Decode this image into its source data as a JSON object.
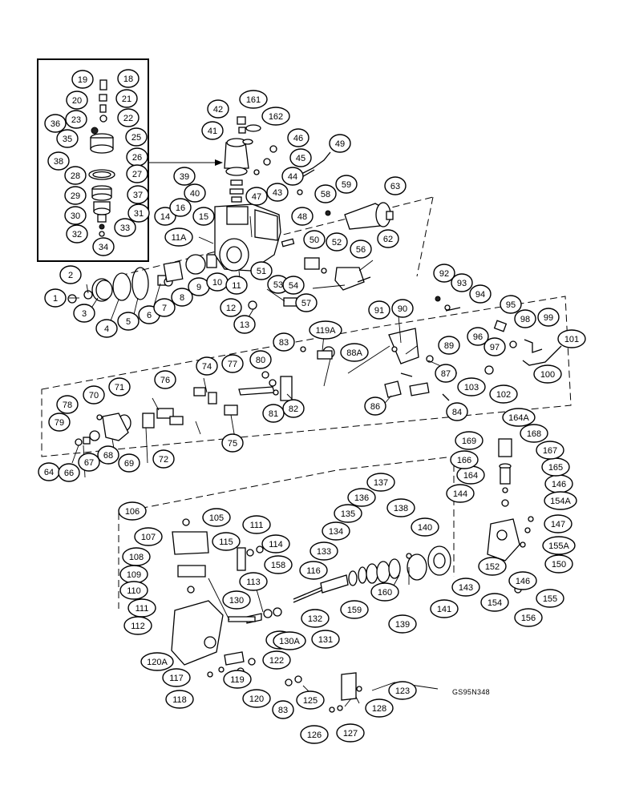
{
  "drawing_code": "GS95N348",
  "callout_labels": [
    "1",
    "2",
    "3",
    "4",
    "5",
    "6",
    "7",
    "8",
    "9",
    "10",
    "11",
    "11A",
    "12",
    "13",
    "14",
    "15",
    "16",
    "18",
    "19",
    "20",
    "21",
    "22",
    "23",
    "25",
    "26",
    "27",
    "28",
    "29",
    "30",
    "31",
    "32",
    "33",
    "34",
    "35",
    "36",
    "37",
    "38",
    "39",
    "40",
    "41",
    "42",
    "43",
    "44",
    "45",
    "46",
    "47",
    "48",
    "49",
    "50",
    "51",
    "52",
    "53",
    "54",
    "56",
    "57",
    "58",
    "59",
    "62",
    "63",
    "64",
    "66",
    "67",
    "68",
    "69",
    "70",
    "71",
    "72",
    "74",
    "75",
    "76",
    "77",
    "78",
    "79",
    "80",
    "81",
    "82",
    "83",
    "84",
    "86",
    "87",
    "88A",
    "89",
    "90",
    "91",
    "92",
    "93",
    "94",
    "95",
    "96",
    "97",
    "98",
    "99",
    "100",
    "101",
    "102",
    "103",
    "105",
    "106",
    "107",
    "108",
    "109",
    "110",
    "111",
    "112",
    "113",
    "114",
    "115",
    "116",
    "117",
    "118",
    "119",
    "119A",
    "120",
    "120A",
    "121",
    "122",
    "123",
    "125",
    "126",
    "127",
    "128",
    "130",
    "130A",
    "131",
    "132",
    "133",
    "134",
    "135",
    "136",
    "137",
    "138",
    "139",
    "140",
    "141",
    "143",
    "144",
    "146",
    "147",
    "150",
    "152",
    "154",
    "154A",
    "155",
    "155A",
    "156",
    "158",
    "159",
    "160",
    "161",
    "162",
    "164",
    "164A",
    "165",
    "166",
    "167",
    "168",
    "169"
  ]
}
